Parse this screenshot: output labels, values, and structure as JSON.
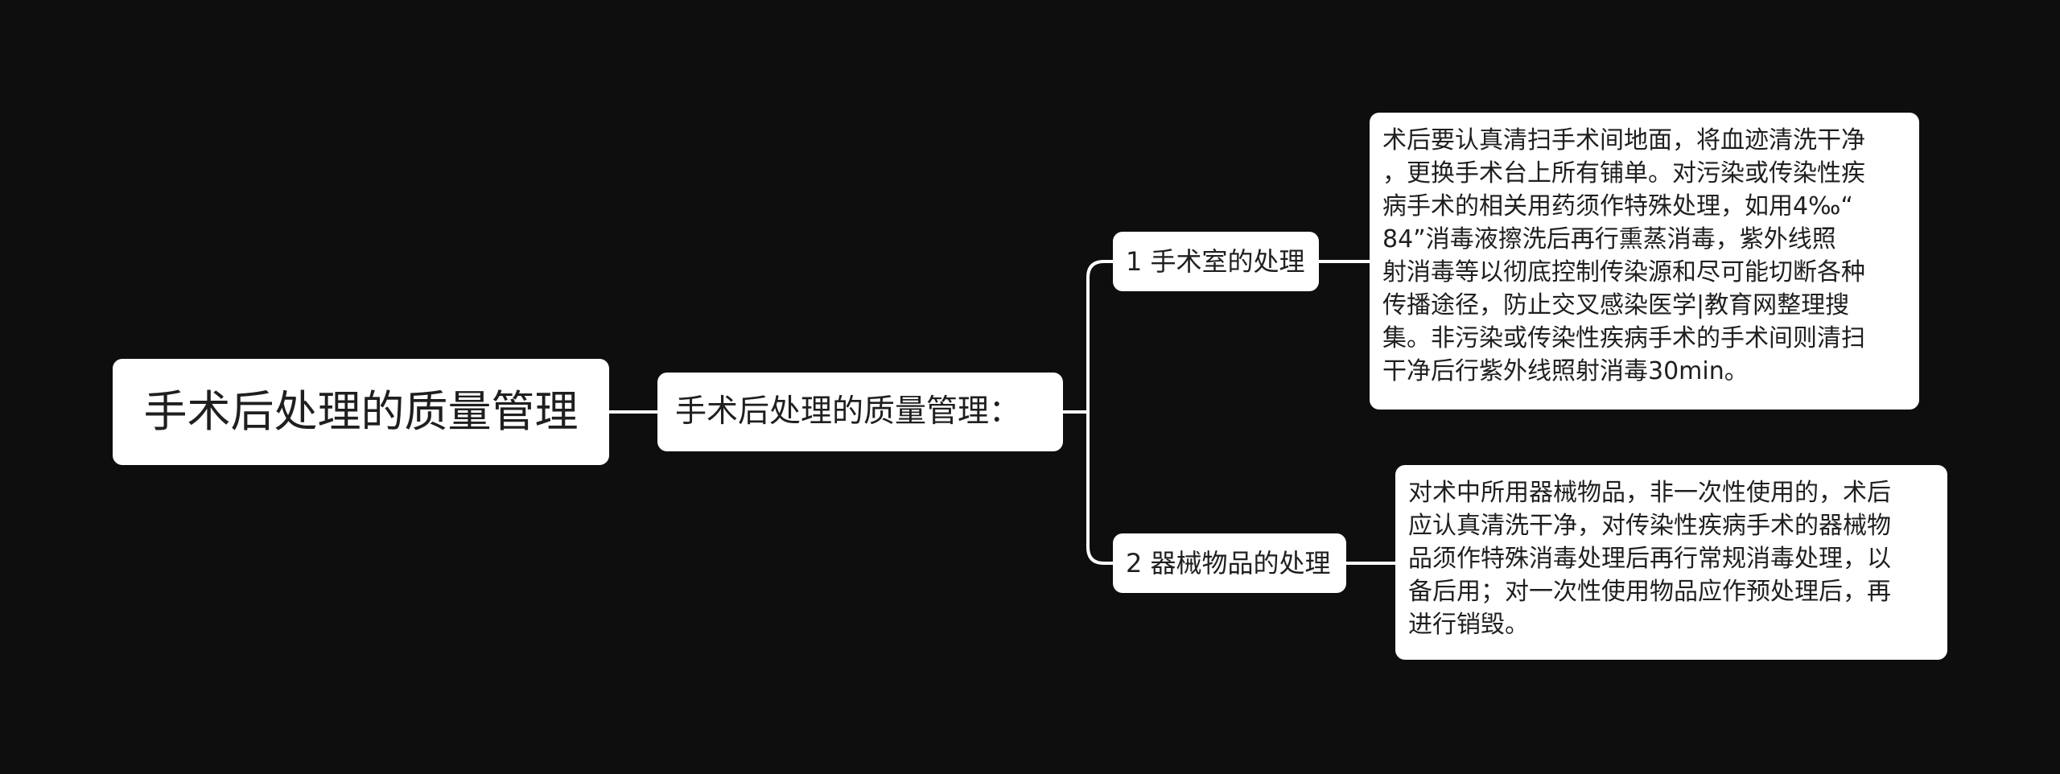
{
  "mindmap": {
    "root": {
      "label": "手术后处理的质量管理"
    },
    "subtopic": {
      "label": "手术后处理的质量管理："
    },
    "branches": [
      {
        "label": "1 手术室的处理",
        "detail_lines": [
          "术后要认真清扫手术间地面，将血迹清洗干净",
          "，更换手术台上所有铺单。对污染或传染性疾",
          "病手术的相关用药须作特殊处理，如用4‰“",
          "84”消毒液擦洗后再行熏蒸消毒，紫外线照",
          "射消毒等以彻底控制传染源和尽可能切断各种",
          "传播途径，防止交叉感染医学|教育网整理搜",
          "集。非污染或传染性疾病手术的手术间则清扫",
          "干净后行紫外线照射消毒30min。"
        ]
      },
      {
        "label": "2 器械物品的处理",
        "detail_lines": [
          "对术中所用器械物品，非一次性使用的，术后",
          "应认真清洗干净，对传染性疾病手术的器械物",
          "品须作特殊消毒处理后再行常规消毒处理，以",
          "备后用；对一次性使用物品应作预处理后，再",
          "进行销毁。"
        ]
      }
    ]
  },
  "colors": {
    "background": "#0f0e0e",
    "node_fill": "#ffffff",
    "connector": "#ffffff",
    "text": "#1f1f1f"
  }
}
